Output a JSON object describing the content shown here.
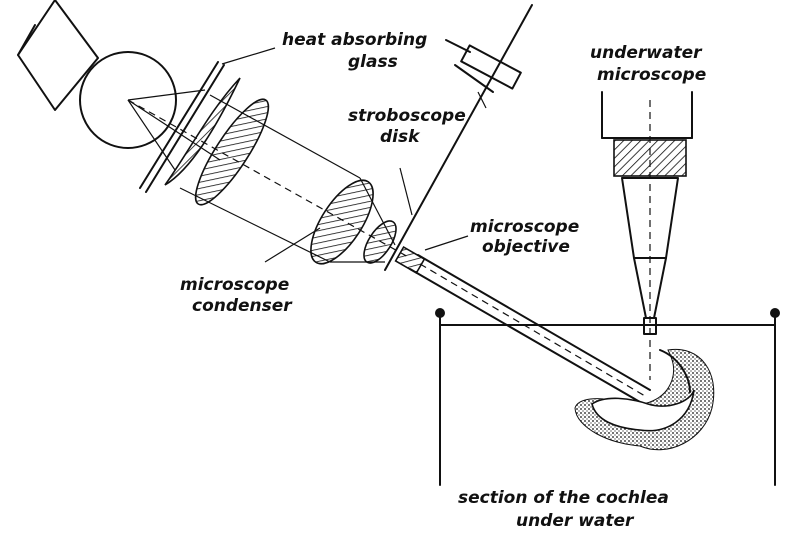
{
  "labels": {
    "heat_glass_1": "heat absorbing",
    "heat_glass_2": "glass",
    "stroboscope_1": "stroboscope",
    "stroboscope_2": "disk",
    "uw_micro_1": "underwater",
    "uw_micro_2": "microscope",
    "objective_1": "microscope",
    "objective_2": "objective",
    "condenser_1": "microscope",
    "condenser_2": "condenser",
    "cochlea_1": "section of the cochlea",
    "cochlea_2": "under water"
  }
}
